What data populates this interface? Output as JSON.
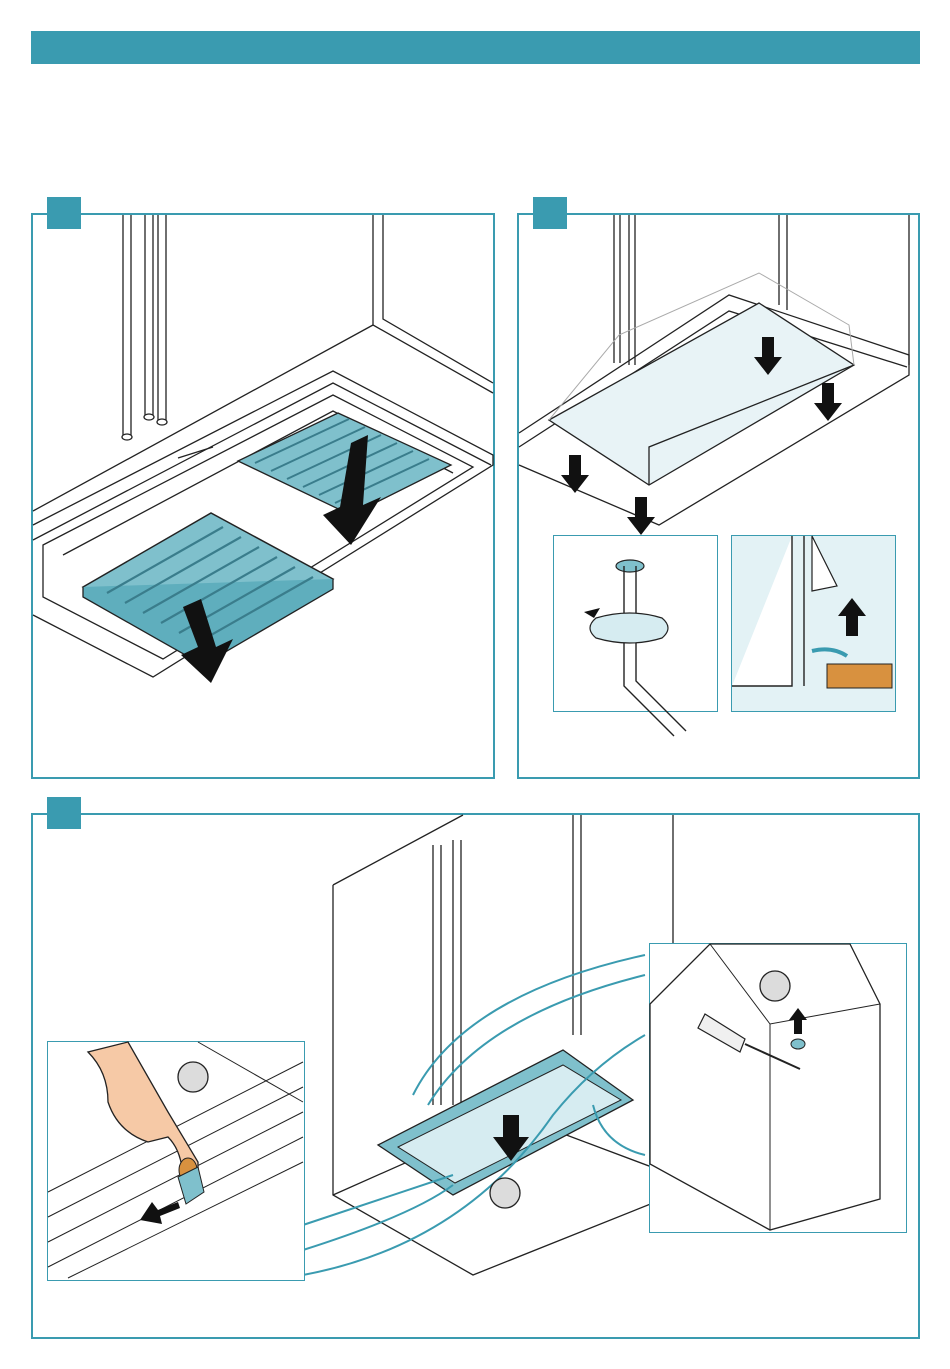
{
  "colors": {
    "accent": "#3a9bb0",
    "accent_fill": "#7fc0cc",
    "accent_light": "#d6ecf1",
    "line": "#222222",
    "wood": "#d8913f",
    "inset_bg": "#e3f2f5"
  },
  "header": {
    "text": ""
  },
  "steps": [
    {
      "id": "step-1",
      "label": ""
    },
    {
      "id": "step-2",
      "label": ""
    },
    {
      "id": "step-3",
      "label": ""
    }
  ],
  "callouts": [
    {
      "id": "callout-1",
      "label": ""
    },
    {
      "id": "callout-2",
      "label": ""
    },
    {
      "id": "callout-3",
      "label": ""
    }
  ],
  "icons": [
    "grease-filter-icon",
    "arrow-down-icon",
    "arrow-up-icon",
    "arrow-left-icon",
    "hex-key-icon",
    "rotate-icon",
    "screwdriver-icon",
    "hand-icon"
  ]
}
